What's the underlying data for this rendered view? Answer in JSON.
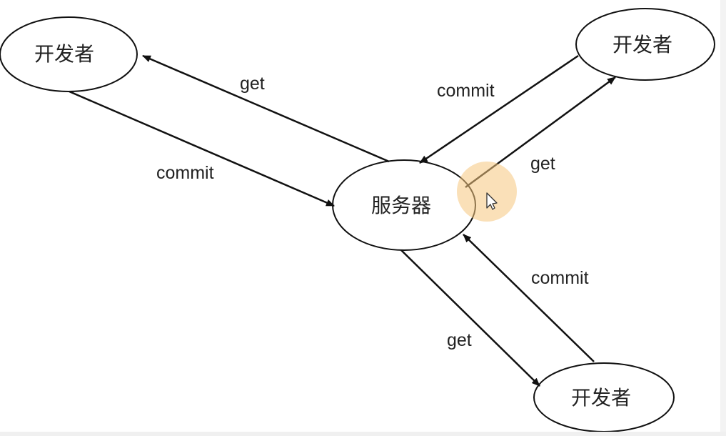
{
  "nodes": {
    "developer_top_left": "开发者",
    "developer_top_right": "开发者",
    "server": "服务器",
    "developer_bottom": "开发者"
  },
  "edges": {
    "top_left_get": "get",
    "top_left_commit": "commit",
    "top_right_commit": "commit",
    "top_right_get": "get",
    "bottom_commit": "commit",
    "bottom_get": "get"
  },
  "colors": {
    "stroke": "#111111",
    "cursor_highlight": "#f5c77e"
  },
  "icons": {
    "cursor": "mouse-pointer-icon"
  }
}
